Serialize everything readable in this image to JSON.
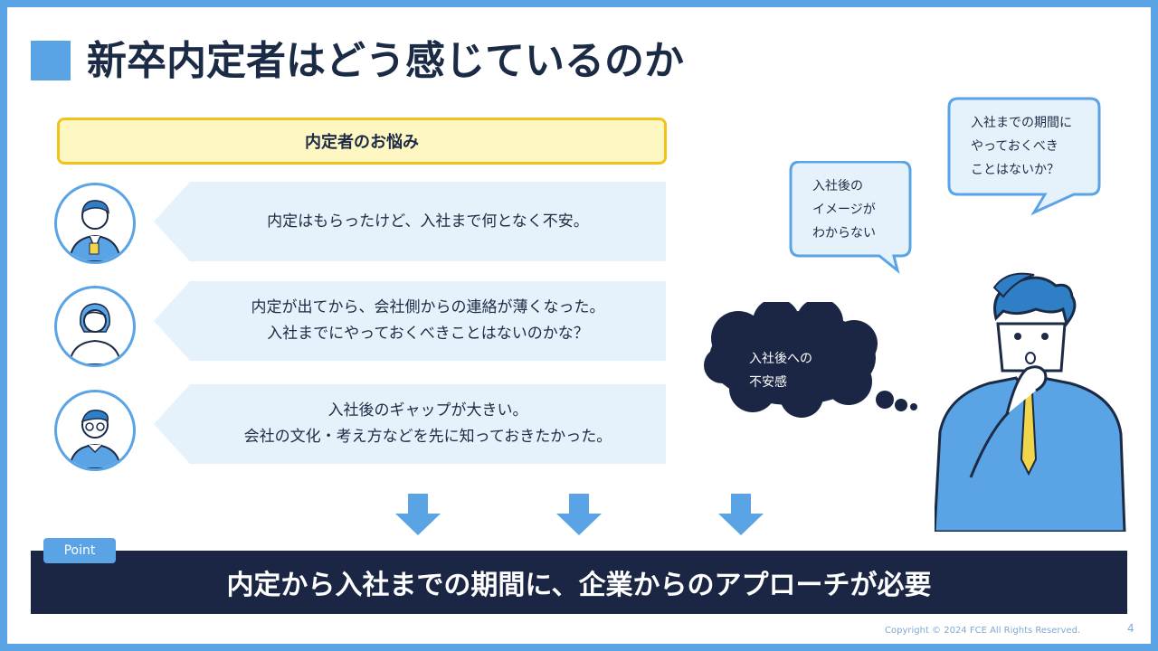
{
  "title": "新卒内定者はどう感じているのか",
  "worries": {
    "header": "内定者のお悩み",
    "items": [
      {
        "lines": [
          "内定はもらったけど、入社まで何となく不安。"
        ]
      },
      {
        "lines": [
          "内定が出てから、会社側からの連絡が薄くなった。",
          "入社までにやっておくべきことはないのかな？"
        ]
      },
      {
        "lines": [
          "入社後のギャップが大きい。",
          "会社の文化・考え方などを先に知っておきたかった。"
        ]
      }
    ]
  },
  "thoughts": {
    "bubble1": [
      "入社後の",
      "イメージが",
      "わからない"
    ],
    "bubble2": [
      "入社までの期間に",
      "やっておくべき",
      "ことはないか？"
    ],
    "cloud": [
      "入社後への",
      "不安感"
    ]
  },
  "point": {
    "tag": "Point",
    "message": "内定から入社までの期間に、企業からのアプローチが必要"
  },
  "footer": {
    "copyright": "Copyright © 2024 FCE All Rights Reserved.",
    "page": "4"
  },
  "colors": {
    "accent": "#5aa4e6",
    "navy": "#1a2644",
    "highlight_fill": "#fff7c2",
    "highlight_border": "#f1c21b",
    "bubble_fill": "#e6f2fb"
  },
  "icons": [
    "male-employee-avatar-icon",
    "female-employee-avatar-icon",
    "glasses-employee-avatar-icon",
    "down-arrow-icon",
    "thinking-businessman-illustration"
  ]
}
